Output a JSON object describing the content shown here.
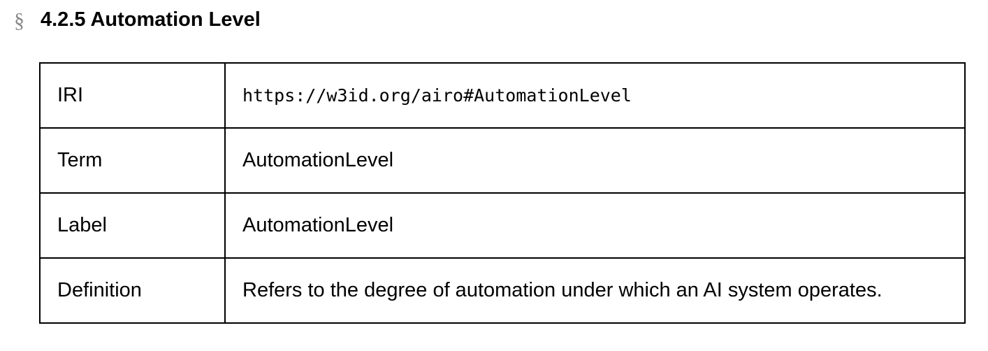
{
  "heading": {
    "section_mark": "§",
    "title": "4.2.5 Automation Level"
  },
  "table": {
    "rows": [
      {
        "key": "IRI",
        "value": "https://w3id.org/airo#AutomationLevel"
      },
      {
        "key": "Term",
        "value": "AutomationLevel"
      },
      {
        "key": "Label",
        "value": "AutomationLevel"
      },
      {
        "key": "Definition",
        "value": "Refers to the degree of automation under which an AI system operates."
      }
    ]
  }
}
